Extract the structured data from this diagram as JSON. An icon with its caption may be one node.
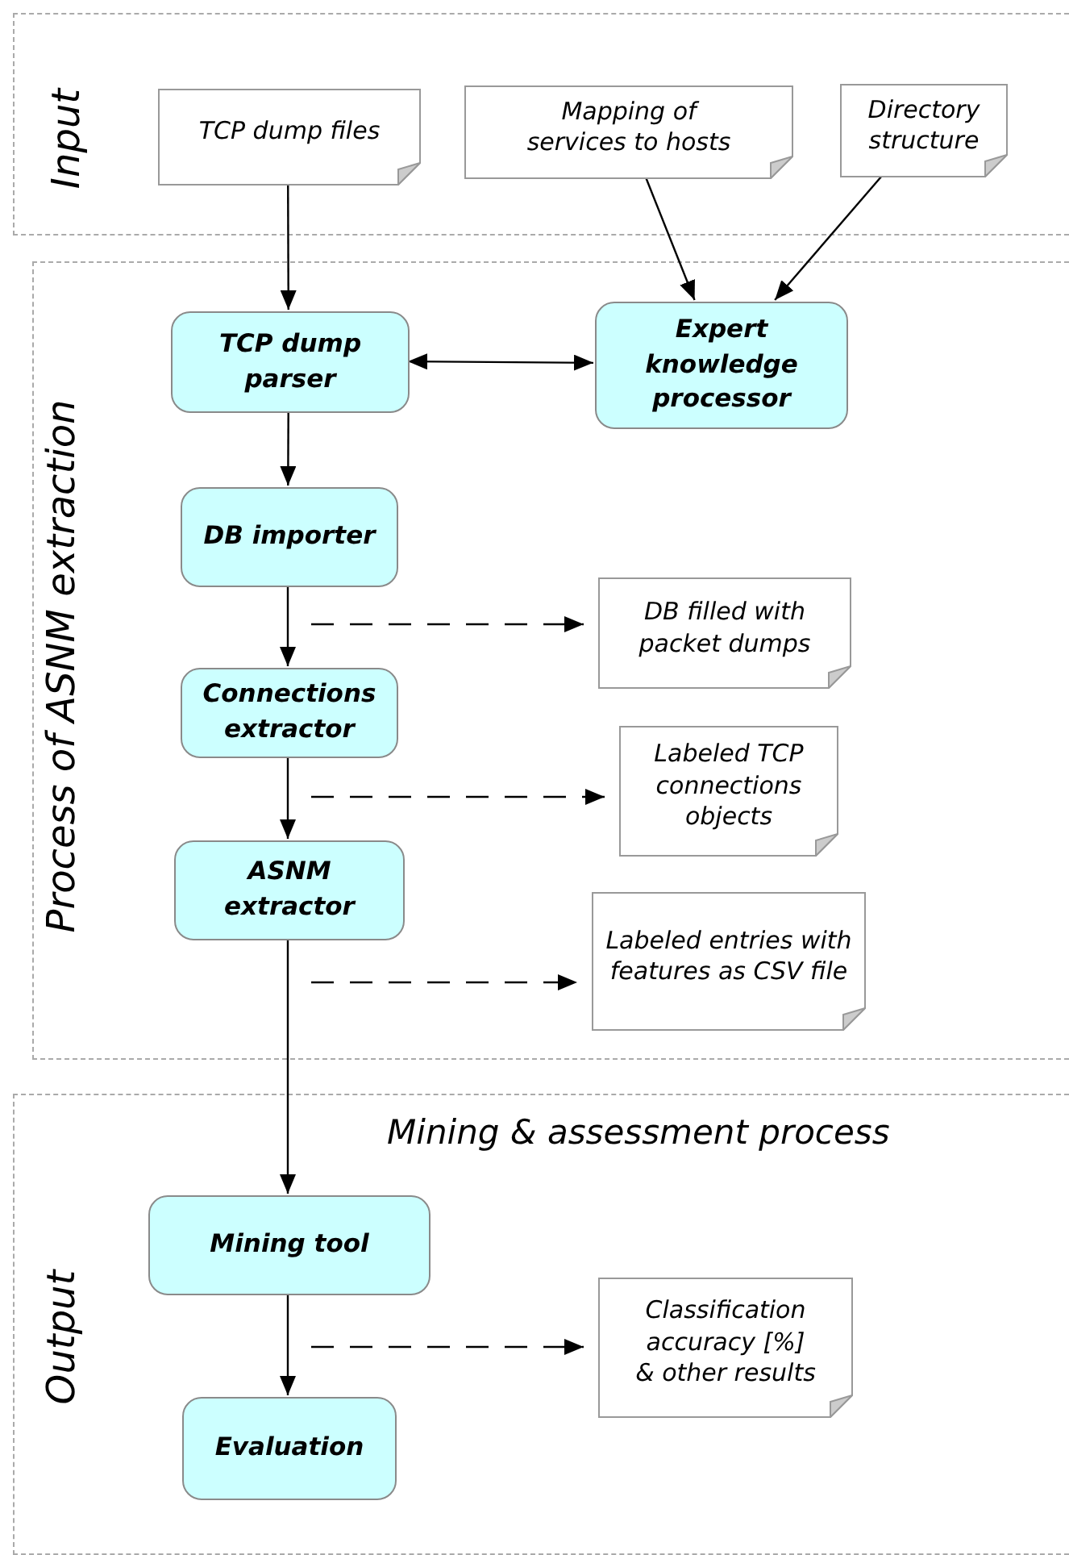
{
  "diagram": {
    "nodes": [
      {
        "text": [
          "Input"
        ]
      },
      {
        "text": [
          "TCP dump files"
        ],
        "in": 0
      },
      {
        "text": [
          "Mapping of services to hosts"
        ],
        "in": 0
      },
      {
        "text": [
          "Directory structure"
        ],
        "in": 0
      },
      {
        "text": [
          "Process of ASNM extraction"
        ]
      },
      {
        "text": [
          "TCP dump parser"
        ],
        "in": 4
      },
      {
        "text": [
          "Expert knowledge processor"
        ],
        "in": 4
      },
      {
        "text": [
          "DB importer"
        ],
        "in": 4
      },
      {
        "text": [
          "DB filled with packet dumps"
        ],
        "in": 4
      },
      {
        "text": [
          "Connections extractor"
        ],
        "in": 4
      },
      {
        "text": [
          "Labeled TCP connections objects"
        ],
        "in": 4
      },
      {
        "text": [
          "ASNM extractor"
        ],
        "in": 4
      },
      {
        "text": [
          "Labeled entries with features as CSV file"
        ],
        "in": 4
      },
      {
        "text": [
          "Output"
        ]
      },
      {
        "text": [
          "Mining tool"
        ],
        "in": 13
      },
      {
        "text": [
          "Evaluation"
        ],
        "in": 13
      },
      {
        "text": [
          "Classification accuracy [%] & other results"
        ],
        "in": 13
      }
    ],
    "edges": [
      {
        "from": 1,
        "to": 5,
        "arrow": "to"
      },
      {
        "from": 2,
        "to": 6,
        "arrow": "to"
      },
      {
        "from": 3,
        "to": 6,
        "arrow": "to"
      },
      {
        "from": 5,
        "to": 6,
        "arrow": "both"
      },
      {
        "from": 5,
        "to": 7,
        "arrow": "to"
      },
      {
        "from": 7,
        "to": 9,
        "arrow": "to"
      },
      {
        "from": null,
        "to": 8,
        "arrow": "to",
        "style": "dashed"
      },
      {
        "from": 9,
        "to": 11,
        "arrow": "to"
      },
      {
        "from": null,
        "to": 10,
        "arrow": "to",
        "style": "dashed"
      },
      {
        "from": 11,
        "to": 14,
        "arrow": "to"
      },
      {
        "from": null,
        "to": 12,
        "arrow": "to",
        "style": "dashed"
      },
      {
        "from": 14,
        "to": 15,
        "arrow": "to"
      },
      {
        "from": null,
        "to": 16,
        "arrow": "to",
        "style": "dashed"
      }
    ],
    "labels": [
      "Mining & assessment process"
    ]
  }
}
